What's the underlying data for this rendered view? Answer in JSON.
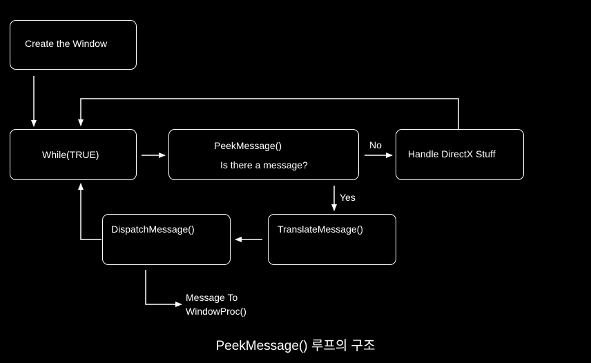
{
  "diagram": {
    "nodes": {
      "create_window": "Create the Window",
      "while_true": "While(TRUE)",
      "peek_message": "PeekMessage()",
      "peek_question": "Is there a message?",
      "handle_directx": "Handle DirectX Stuff",
      "translate_message": "TranslateMessage()",
      "dispatch_message": "DispatchMessage()"
    },
    "edge_labels": {
      "no": "No",
      "yes": "Yes"
    },
    "note": {
      "line1": "Message To",
      "line2": "WindowProc()"
    },
    "caption": "PeekMessage() 루프의 구조",
    "colors": {
      "background": "#000000",
      "foreground": "#ffffff"
    }
  }
}
